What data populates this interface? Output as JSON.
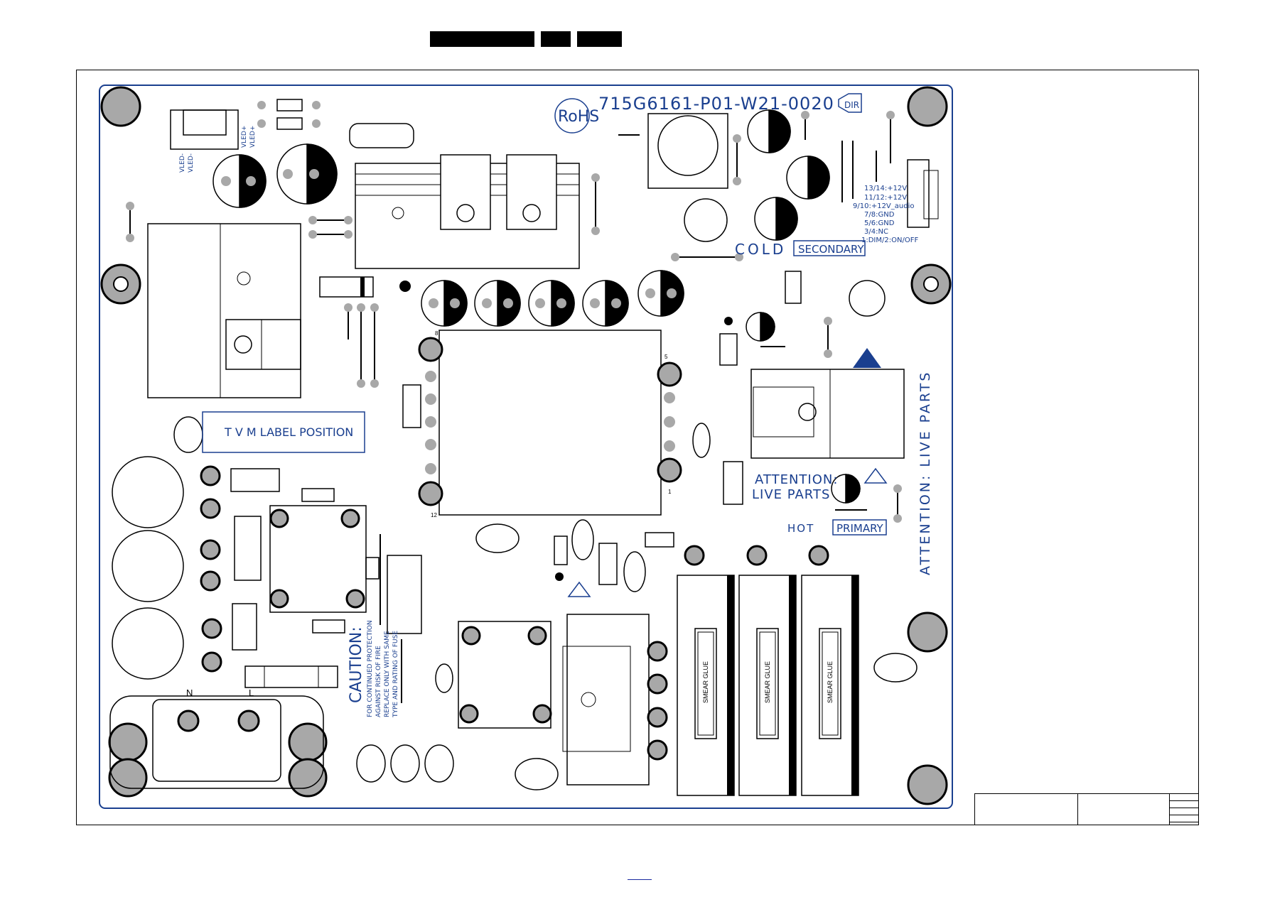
{
  "board": {
    "part_number": "715G6161-P01-W21-0020",
    "rohs": "RoHS",
    "dir": "DIR",
    "cold_label": "COLD",
    "secondary_label": "SECONDARY",
    "hot_label": "HOT",
    "primary_label": "PRIMARY",
    "attention_live_parts": [
      "ATTENTION:",
      "LIVE PARTS"
    ],
    "attention_vertical": "ATTENTION: LIVE PARTS",
    "tv_label_position": "T V  M  LABEL  POSITION",
    "caution_title": "CAUTION:",
    "caution_lines": [
      "FOR CONTINUED PROTECTION",
      "AGAINST RISK OF FIRE",
      "REPLACE ONLY WITH SAME",
      "TYPE AND RATING OF FUSE"
    ],
    "connector_pins": [
      "13/14:+12V",
      "11/12:+12V",
      "9/10:+12V_audio",
      "7/8:GND",
      "5/6:GND",
      "3/4:NC",
      "1:DIM/2:ON/OFF"
    ],
    "vled_labels": [
      "VLED-",
      "VLED-",
      "VLED+",
      "VLED+"
    ],
    "smear_glue": [
      "SMEAR GLUE",
      "SMEAR GLUE",
      "SMEAR GLUE"
    ],
    "n_label": "N",
    "l_label": "L",
    "pin_marks": [
      "8",
      "5",
      "12",
      "1"
    ]
  },
  "colors": {
    "silkscreen": "#1a3f8f",
    "pad": "#a8a8a8",
    "outline": "#000000"
  }
}
